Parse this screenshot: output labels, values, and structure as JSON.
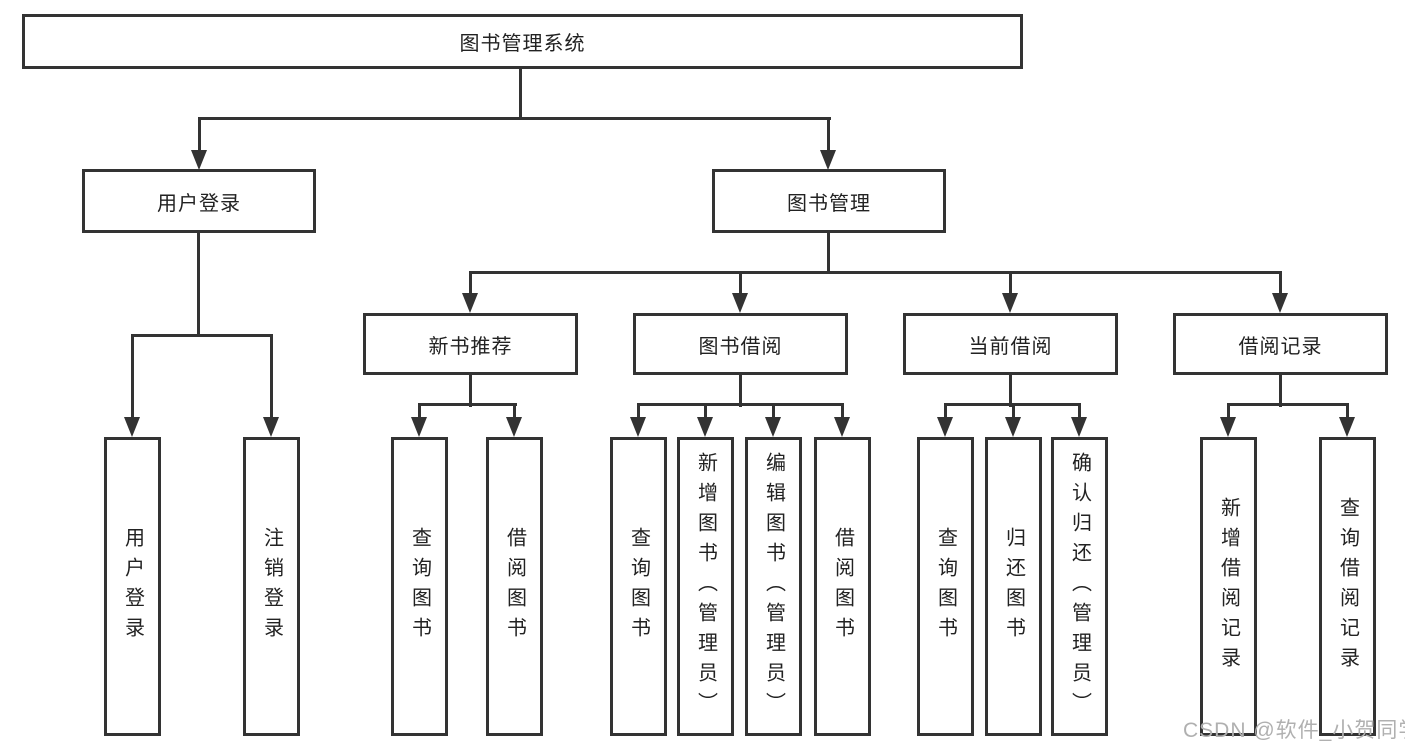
{
  "diagram": {
    "root": {
      "label": "图书管理系统"
    },
    "branches": [
      {
        "label": "用户登录",
        "children": [
          "用户登录",
          "注销登录"
        ]
      },
      {
        "label": "图书管理",
        "children": [
          {
            "label": "新书推荐",
            "children": [
              "查询图书",
              "借阅图书"
            ]
          },
          {
            "label": "图书借阅",
            "children": [
              "查询图书",
              "新增图书（管理员）",
              "编辑图书（管理员）",
              "借阅图书"
            ]
          },
          {
            "label": "当前借阅",
            "children": [
              "查询图书",
              "归还图书",
              "确认归还（管理员）"
            ]
          },
          {
            "label": "借阅记录",
            "children": [
              "新增借阅记录",
              "查询借阅记录"
            ]
          }
        ]
      }
    ]
  },
  "watermark": {
    "text": "CSDN @软件_小贺同学"
  },
  "colors": {
    "line": "#333333",
    "text": "#222222",
    "background": "#ffffff",
    "watermark": "#b0b0b0"
  }
}
